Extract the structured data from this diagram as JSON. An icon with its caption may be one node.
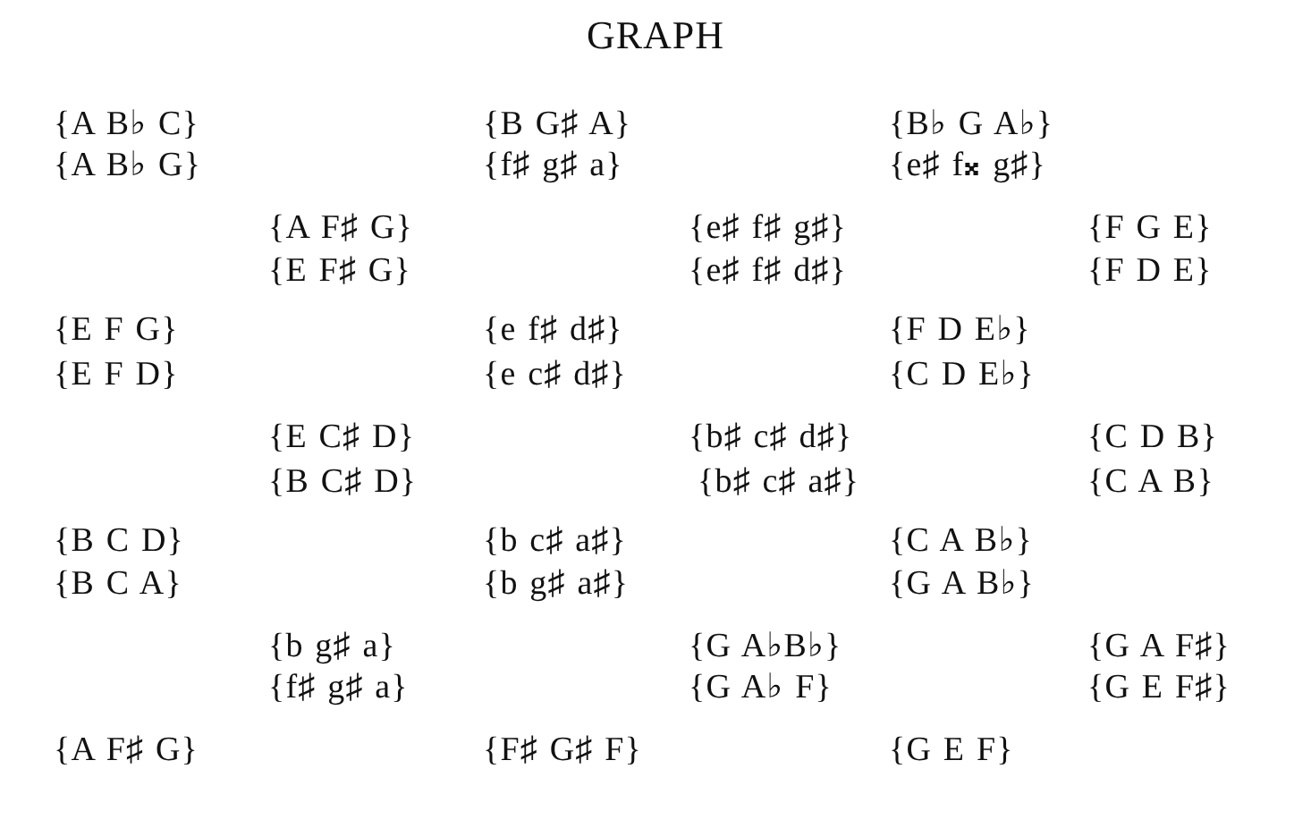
{
  "diagram": {
    "title": "GRAPH",
    "labels": [
      "{A B♭ C}",
      "{B G♯ A}",
      "{B♭ G A♭}",
      "{A B♭ G}",
      "{f♯ g♯ a}",
      "{e♯ f𝄪 g♯}",
      "{A F♯ G}",
      "{e♯ f♯ g♯}",
      "{F G E}",
      "{E F♯ G}",
      "{e♯ f♯ d♯}",
      "{F D E}",
      "{E F G}",
      "{e f♯ d♯}",
      "{F D E♭}",
      "{E F D}",
      "{e c♯ d♯}",
      "{C D E♭}",
      "{E C♯ D}",
      "{b♯ c♯ d♯}",
      "{C D B}",
      "{B C♯ D}",
      "{b♯ c♯ a♯}",
      "{C A B}",
      "{B C D}",
      "{b c♯ a♯}",
      "{C A B♭}",
      "{B C A}",
      "{b g♯ a♯}",
      "{G A B♭}",
      "{b g♯ a}",
      "{G A♭B♭}",
      "{G A F♯}",
      "{f♯ g♯ a}",
      "{G A♭ F}",
      "{G E F♯}",
      "{A F♯ G}",
      "{F♯ G♯ F}",
      "{G E F}"
    ]
  }
}
